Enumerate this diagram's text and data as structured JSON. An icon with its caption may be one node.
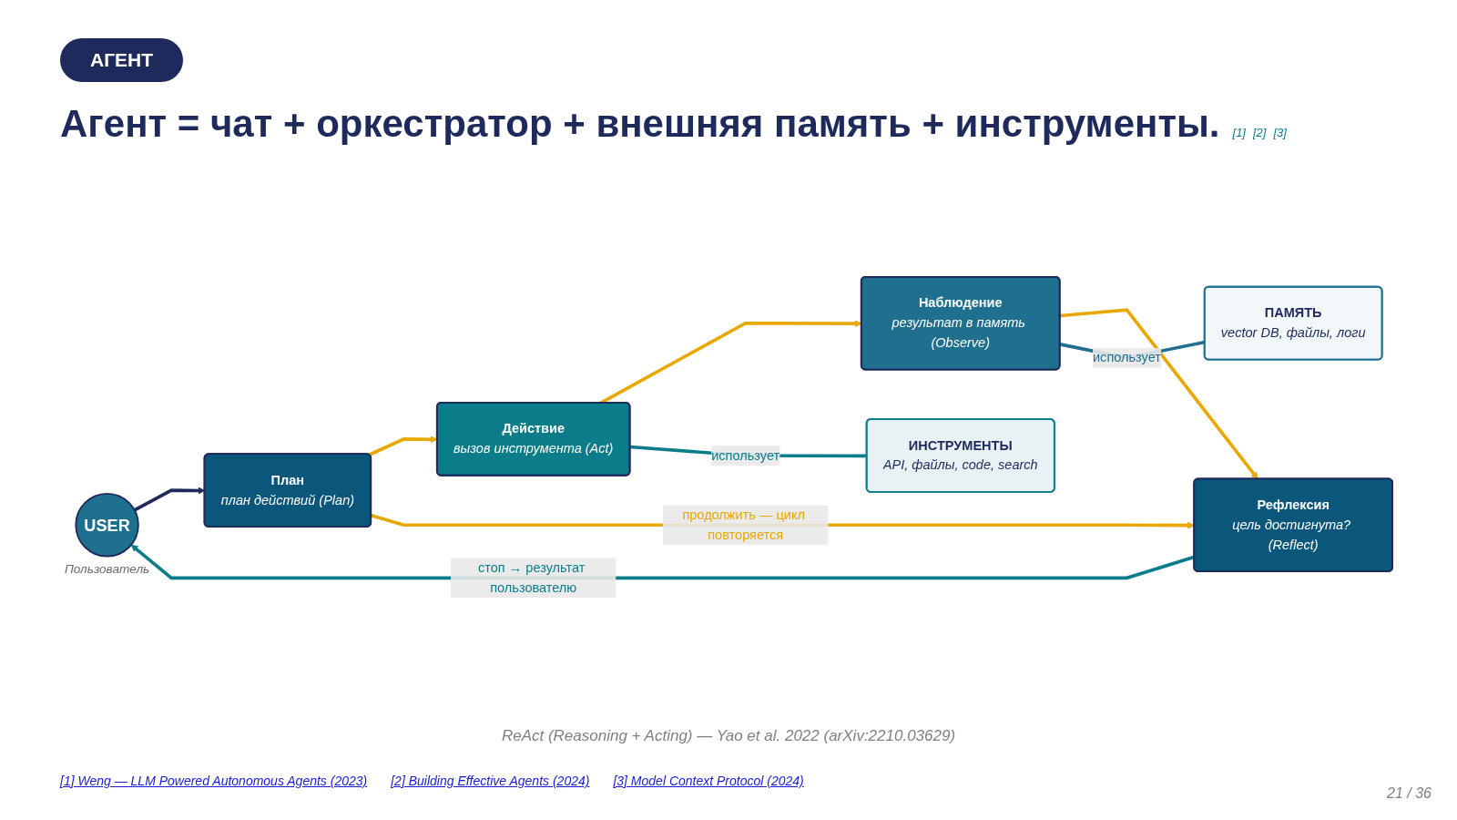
{
  "diagram": {
    "title": "Агент = чат + оркестратор + внешняя память + инструменты.",
    "caption": "ReAct (Reasoning + Acting) — Yao et al. 2022 (arXiv:2210.03629)",
    "nodes": [
      {
        "text": [
          "USER"
        ],
        "beside": [
          "Пользователь"
        ]
      },
      {
        "text": [
          "План",
          "план действий (Plan)"
        ]
      },
      {
        "text": [
          "Действие",
          "вызов инструмента (Act)"
        ]
      },
      {
        "text": [
          "Наблюдение",
          "результат в память (Observe)"
        ]
      },
      {
        "text": [
          "Рефлексия",
          "цель достигнута? (Reflect)"
        ]
      },
      {
        "text": [
          "ИНСТРУМЕНТЫ",
          "API, файлы, code, search"
        ]
      },
      {
        "text": [
          "ПАМЯТЬ",
          "vector DB, файлы, логи"
        ]
      }
    ],
    "edges": [
      {
        "from": 0,
        "to": 1,
        "arrow": "to",
        "color": "#1f2a5c"
      },
      {
        "from": 1,
        "to": 2,
        "arrow": "to"
      },
      {
        "from": 2,
        "to": 3,
        "arrow": "to"
      },
      {
        "from": 3,
        "to": 4,
        "arrow": "to"
      },
      {
        "from": 1,
        "to": 4,
        "arrow": "to",
        "label": "продолжить — цикл повторяется"
      },
      {
        "from": 4,
        "to": 0,
        "arrow": "to",
        "label": "стоп → результат пользователю",
        "color": "#0b7d8a"
      },
      {
        "from": 2,
        "to": 5,
        "arrow": "none",
        "label": "использует",
        "color": "#0b7d8a"
      },
      {
        "from": 3,
        "to": 6,
        "arrow": "none",
        "label": "использует",
        "color": "#1f6f8f"
      }
    ],
    "labels": [
      "АГЕНТ",
      "[1]",
      "[2]",
      "[3]",
      "[1] Weng — LLM Powered Autonomous Agents (2023)",
      "[2] Building Effective Agents (2024)",
      "[3] Model Context Protocol (2024)",
      "21 / 36"
    ]
  }
}
